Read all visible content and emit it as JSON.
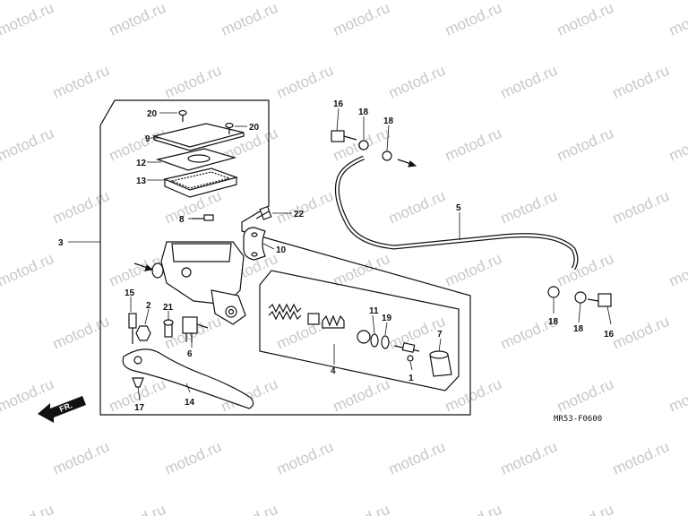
{
  "watermark": "motod.ru",
  "diagram_code": "MR53-F0600",
  "fr_label": "FR.",
  "parts": {
    "p1": "1",
    "p2": "2",
    "p3": "3",
    "p4": "4",
    "p5": "5",
    "p6": "6",
    "p7": "7",
    "p8": "8",
    "p9": "9",
    "p10": "10",
    "p11": "11",
    "p12": "12",
    "p13": "13",
    "p14": "14",
    "p15": "15",
    "p16": "16",
    "p17": "17",
    "p18": "18",
    "p19": "19",
    "p20": "20",
    "p21": "21",
    "p22": "22"
  }
}
